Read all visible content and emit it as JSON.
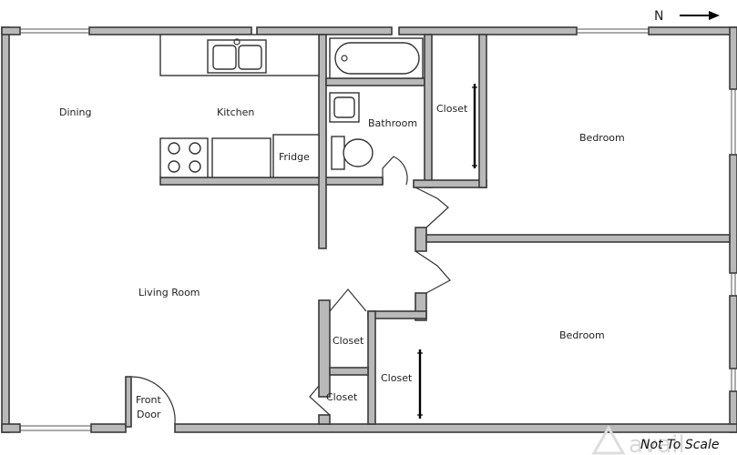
{
  "plan": {
    "compass_label": "N",
    "rooms": {
      "dining": "Dining",
      "kitchen": "Kitchen",
      "bathroom": "Bathroom",
      "closet_top": "Closet",
      "bedroom_top": "Bedroom",
      "fridge": "Fridge",
      "living_room": "Living Room",
      "bedroom_bottom": "Bedroom",
      "closet_hall_upper": "Closet",
      "closet_hall_right": "Closet",
      "closet_hall_lower": "Closet",
      "front_door_line1": "Front",
      "front_door_line2": "Door"
    },
    "scale_note": "Not To Scale",
    "watermark": "avail"
  }
}
